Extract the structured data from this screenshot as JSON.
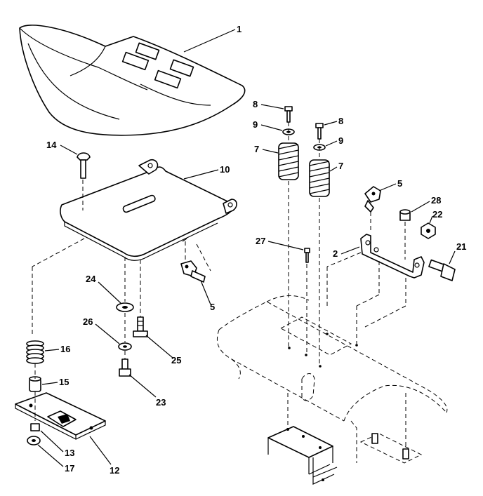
{
  "callouts": {
    "c1": "1",
    "c2": "2",
    "c5a": "5",
    "c5b": "5",
    "c7a": "7",
    "c7b": "7",
    "c8a": "8",
    "c8b": "8",
    "c9a": "9",
    "c9b": "9",
    "c10": "10",
    "c12": "12",
    "c13": "13",
    "c14": "14",
    "c15": "15",
    "c16": "16",
    "c17": "17",
    "c21": "21",
    "c22": "22",
    "c23": "23",
    "c24": "24",
    "c25": "25",
    "c26": "26",
    "c27": "27",
    "c28": "28"
  }
}
